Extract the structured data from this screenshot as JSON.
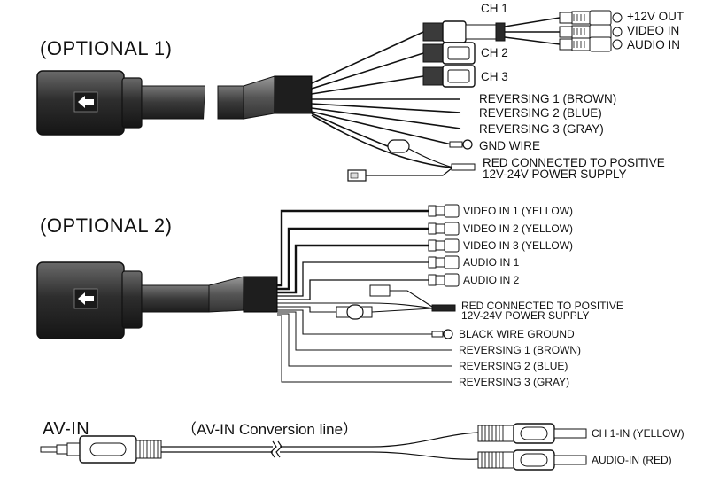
{
  "section1": {
    "title": "(OPTIONAL 1)",
    "channels": [
      "CH 1",
      "CH 2",
      "CH 3"
    ],
    "ch1_outputs": [
      "+12V OUT",
      "VIDEO IN",
      "AUDIO IN"
    ],
    "wires": [
      "REVERSING 1  (BROWN)",
      "REVERSING 2  (BLUE)",
      "REVERSING 3  (GRAY)",
      "GND WIRE"
    ],
    "power": [
      "RED CONNECTED TO POSITIVE",
      "12V-24V POWER SUPPLY"
    ]
  },
  "section2": {
    "title": "(OPTIONAL 2)",
    "inputs": [
      "VIDEO IN 1 (YELLOW)",
      "VIDEO IN 2 (YELLOW)",
      "VIDEO IN 3 (YELLOW)",
      "AUDIO IN 1",
      "AUDIO IN 2"
    ],
    "power": [
      "RED CONNECTED TO POSITIVE",
      "12V-24V POWER SUPPLY"
    ],
    "ground": "BLACK WIRE GROUND",
    "reversing": [
      "REVERSING 1  (BROWN)",
      "REVERSING 2  (BLUE)",
      "REVERSING 3  (GRAY)"
    ]
  },
  "section3": {
    "title": "AV-IN",
    "conversion": "（AV-IN Conversion line）",
    "outputs": [
      "CH 1-IN (YELLOW)",
      "AUDIO-IN (RED)"
    ]
  },
  "colors": {
    "ink": "#111111",
    "body_dark": "#2b2b2b",
    "body_mid": "#555555"
  }
}
